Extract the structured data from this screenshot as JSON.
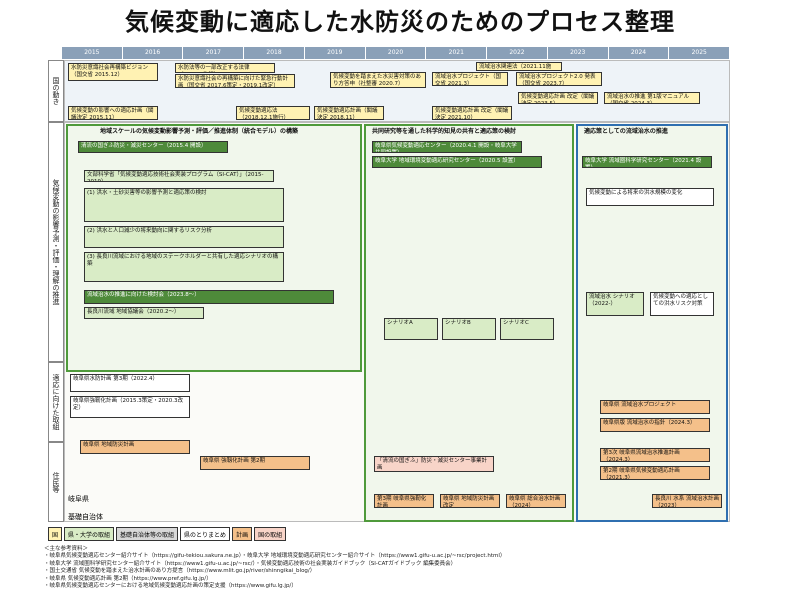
{
  "title": "気候変動に適応した水防災のためのプロセス整理",
  "years": [
    "2015",
    "2016",
    "2017",
    "2018",
    "2019",
    "2020",
    "2021",
    "2022",
    "2023",
    "2024",
    "2025"
  ],
  "rows": {
    "national": "国の動き",
    "understanding": "気候変動の影響予測・評価・理解の推進",
    "community": "適応に向けた取組",
    "citizens": "住民等"
  },
  "national_boxes": [
    "水防災意識社会再構築ビジョン（国交省 2015.12）",
    "水防法等の一部改正する法律（2017.6施行）",
    "水防災意識社会の再構築に向けた緊急行動計画（国交省 2017.6策定・2019.1改定）",
    "流域治水関連法（2021.11施行）",
    "気候変動を踏まえた水災害対策のあり方答申（社整審 2020.7）",
    "流域治水プロジェクト（国交省 2021.3）",
    "流域治水プロジェクト2.0 発表（国交省 2023.7）",
    "気候変動の影響への適応計画（閣議決定 2015.11）",
    "気候変動適応法（2018.12.1施行）",
    "気候変動適応計画（閣議決定 2018.11）",
    "気候変動適応計画 改定（閣議決定 2021.10）",
    "気候変動適応計画 改定（閣議決定 2023.5）",
    "流域治水の推進 第1版マニュアル（国交省 2024.3）"
  ],
  "section_headers": [
    "地域スケールの気候変動影響予測・評価／推進体制（統合モデル）の構築",
    "共同研究等を通した科学的知見の共有と適応策の検討",
    "適応策としての流域治水の推進"
  ],
  "center_boxes": [
    "清流の国ぎふ防災・減災センター（2015.4 開設）",
    "岐阜県気候変動適応センター（2020.4.1 開設・岐阜大学共同設置）",
    "文部科学省「気候変動適応技術社会実装プログラム（SI-CAT）」（2015-2019）",
    "岐阜大学 地域環境変動適応研究センター（2020.5 設置）",
    "岐阜大学 流域圏科学研究センター（2021.4 設置）"
  ],
  "research_items": [
    "(1) 洪水・土砂災害等の影響予測と適応策の検討",
    "(2) 洪水と人口減少の将来動向に関するリスク分析",
    "(3) 長良川流域における地域のステークホルダーと共有した適応シナリオの構築"
  ],
  "left_boxes": [
    "流域治水の推進に向けた検討会（2023.8〜）",
    "長良川流域 地域協議会（2020.2〜）",
    "岐阜県水防計画 第3期（2022.4）",
    "岐阜県強靭化計画（2015.3策定・2020.3改定）"
  ],
  "right_boxes": [
    "気候変動による将来の洪水規模の変化",
    "流域治水 シナリオ（2022-）",
    "気候変動への適応としての洪水リスク対策",
    "岐阜県 流域治水プロジェクト",
    "岐阜県版 流域治水の指針（2024.3）",
    "第3次 岐阜県流域治水推進計画（2024.3）",
    "第2期 岐阜県気候変動適応計画（2021.3）"
  ],
  "scenario_boxes": [
    "シナリオA",
    "シナリオB",
    "シナリオC"
  ],
  "bottom_boxes": [
    "岐阜県 地域防災計画",
    "岐阜県 強靱化計画 第2期",
    "「清流の国ぎふ」防災・減災センター事業計画",
    "第3期 岐阜県強靭化計画",
    "岐阜県 地域防災計画 改定",
    "岐阜県 総合治水計画（2024）",
    "長良川 水系 流域治水計画（2023）"
  ],
  "row_labels_left": [
    "岐阜県",
    "基礎自治体"
  ],
  "legend": [
    "国",
    "県・大学の取組",
    "基礎自治体等の取組",
    "県のとりまとめ",
    "計画",
    "国の取組"
  ],
  "legend_colors": [
    "#fff2b3",
    "#d9ecc6",
    "#d8d8d8",
    "#ffffff",
    "#f4c08a",
    "#f8d4c8"
  ],
  "references_title": "＜主な参考資料＞",
  "references": [
    "・岐阜県気候変動適応センター紹介サイト（https://gifu-tekiou.sakura.ne.jp）・岐阜大学 地域環境変動適応研究センター紹介サイト（https://www1.gifu-u.ac.jp/~rsc/project.html）",
    "・岐阜大学 流域圏科学研究センター紹介サイト（https://www1.gifu-u.ac.jp/~rsc/）・気候変動適応技術の社会実装ガイドブック（SI-CATガイドブック 編集委員会）",
    "・国土交通省 気候変動を踏まえた治水計画のあり方提言（https://www.mlit.go.jp/river/shinngikai_blog/）",
    "・岐阜県 気候変動適応計画 第2期（https://www.pref.gifu.lg.jp/）",
    "・岐阜県気候変動適応センターにおける地域気候変動適応計画の策定支援（https://www.gifu.lg.jp/）"
  ]
}
